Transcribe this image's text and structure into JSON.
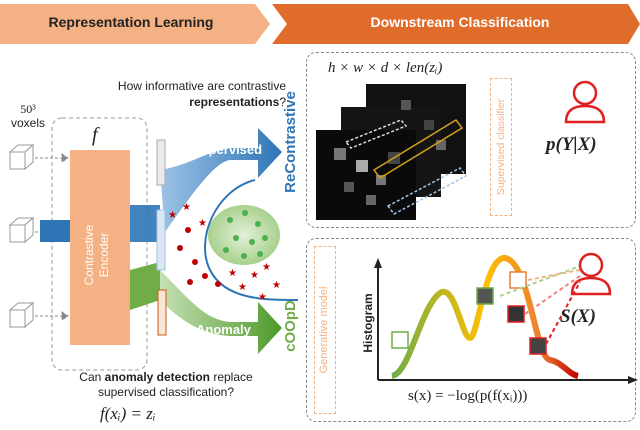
{
  "header": {
    "left_title": "Representation Learning",
    "right_title": "Downstream Classification",
    "left_color": "#f4b183",
    "right_color": "#e06c2c"
  },
  "left_panel": {
    "question_1_line1": "How informative are contrastive",
    "question_1_bold": "representations",
    "question_1_end": "?",
    "voxels_count": "50³",
    "voxels_label": "voxels",
    "encoder_symbol": "f",
    "encoder_label_line1": "Contrastive",
    "encoder_label_line2": "Encoder",
    "supervised_label": "Supervised",
    "anomaly_label": "Anomaly",
    "recontrastive_label": "ReContrastive",
    "coopd_label": "cOOpD",
    "question_2_prefix": "Can ",
    "question_2_bold": "anomaly detection",
    "question_2_suffix": " replace",
    "question_2_line2": "supervised classification?",
    "formula_bottom": "f(xᵢ) = zᵢ"
  },
  "top_right_panel": {
    "dims_formula": "h × w × d × len(zᵢ)",
    "classifier_label": "Supervised classifier",
    "output_formula": "p(Y|X)"
  },
  "bottom_right_panel": {
    "generative_label": "Generative model",
    "histogram_label": "Histogram",
    "score_formula": "s(x) = −log(p(f(xᵢ)))",
    "output_formula": "S(X)"
  },
  "colors": {
    "blue": "#2e75b6",
    "green": "#70ad47",
    "orange": "#f4b183",
    "red": "#e02020",
    "dark_red": "#c00000"
  }
}
